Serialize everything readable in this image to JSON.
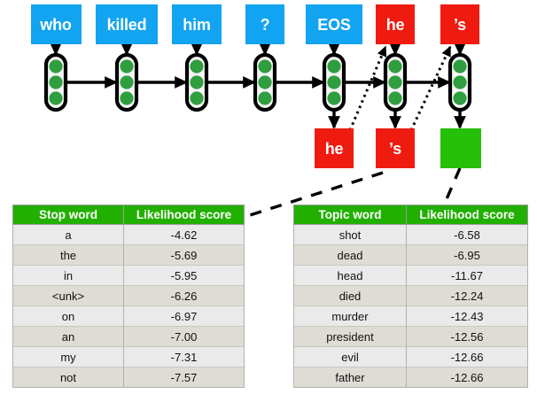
{
  "diagram": {
    "input_tokens": [
      {
        "label": "who",
        "kind": "input"
      },
      {
        "label": "killed",
        "kind": "input"
      },
      {
        "label": "him",
        "kind": "input"
      },
      {
        "label": "?",
        "kind": "input"
      },
      {
        "label": "EOS",
        "kind": "input"
      },
      {
        "label": "he",
        "kind": "output"
      },
      {
        "label": "’s",
        "kind": "output"
      }
    ],
    "output_tokens": [
      {
        "label": "he",
        "kind": "output"
      },
      {
        "label": "’s",
        "kind": "output"
      },
      {
        "label": "",
        "kind": "blank"
      }
    ],
    "cell_count": 7,
    "units_per_cell": 3,
    "colors": {
      "input_box": "#12a4f0",
      "output_box": "#f01b10",
      "blank_box": "#26bf09",
      "cell_unit": "#2f9e3f",
      "stroke": "#000000"
    }
  },
  "tables": [
    {
      "id": "stop-word-table",
      "headers": [
        "Stop word",
        "Likelihood score"
      ],
      "rows": [
        [
          "a",
          "-4.62"
        ],
        [
          "the",
          "-5.69"
        ],
        [
          "in",
          "-5.95"
        ],
        [
          "<unk>",
          "-6.26"
        ],
        [
          "on",
          "-6.97"
        ],
        [
          "an",
          "-7.00"
        ],
        [
          "my",
          "-7.31"
        ],
        [
          "not",
          "-7.57"
        ]
      ]
    },
    {
      "id": "topic-word-table",
      "headers": [
        "Topic word",
        "Likelihood score"
      ],
      "rows": [
        [
          "shot",
          "-6.58"
        ],
        [
          "dead",
          "-6.95"
        ],
        [
          "head",
          "-11.67"
        ],
        [
          "died",
          "-12.24"
        ],
        [
          "murder",
          "-12.43"
        ],
        [
          "president",
          "-12.56"
        ],
        [
          "evil",
          "-12.66"
        ],
        [
          "father",
          "-12.66"
        ]
      ]
    }
  ]
}
